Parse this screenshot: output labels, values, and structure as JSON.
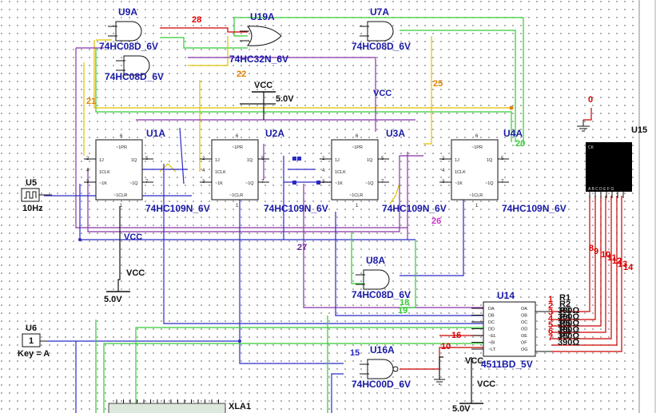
{
  "colors": {
    "wire_blue": "#2a2ac8",
    "wire_green": "#33cc33",
    "wire_yellow": "#e0c000",
    "wire_purple": "#8833aa",
    "wire_red": "#cc0000",
    "wire_black": "#111111",
    "label_blue": "#1a1aa8",
    "net_red": "#dd0000",
    "net_orange": "#e08000"
  },
  "gates": [
    {
      "ref": "U9A",
      "part": "74HC08D_6V"
    },
    {
      "ref": "U19A",
      "part": "74HC32N_6V"
    },
    {
      "ref": "",
      "part": "74HC08D_6V"
    },
    {
      "ref": "U7A",
      "part": "74HC08D_6V"
    },
    {
      "ref": "U8A",
      "part": "74HC08D_6V"
    },
    {
      "ref": "U16A",
      "part": "74HC00D_6V"
    }
  ],
  "flipflops": [
    {
      "ref": "U1A",
      "part": "74HC109N_6V"
    },
    {
      "ref": "U2A",
      "part": "74HC109N_6V"
    },
    {
      "ref": "U3A",
      "part": "74HC109N_6V"
    },
    {
      "ref": "U4A",
      "part": "74HC109N_6V"
    }
  ],
  "ff_pins": {
    "pr": "~1PR",
    "j": "1J",
    "clk": "1CLK",
    "k": "~1K",
    "clr": "~1CLR",
    "q": "1Q",
    "qn": "~1Q",
    "n6": "6",
    "n5": "5",
    "n2": "2",
    "n4": "4",
    "n3": "3",
    "n1": "1",
    "n7": "7"
  },
  "sources": {
    "clock_ref": "U5",
    "clock_value": "10Hz",
    "key_ref": "U6",
    "key_symbol": "1",
    "key_value": "Key = A"
  },
  "decoder": {
    "ref": "U14",
    "part": "4511BD_5V",
    "pins_left": [
      "DA",
      "DB",
      "DC",
      "DD",
      "~EL",
      "~BI",
      "~LT"
    ],
    "pins_right": [
      "OA",
      "OB",
      "OC",
      "OD",
      "OE",
      "OF",
      "OG"
    ]
  },
  "display": {
    "ref": "U15",
    "ck": "CK",
    "segments": "A B C D E F G"
  },
  "resistors": {
    "ref": "R1",
    "values": [
      "R2",
      "R3",
      "R4",
      "R5",
      "R6",
      "R7"
    ],
    "ohms": "390Ω"
  },
  "power": {
    "vcc": "VCC",
    "volt": "5.0V"
  },
  "nets": [
    "28",
    "22",
    "21",
    "25",
    "0",
    "20",
    "26",
    "27",
    "16",
    "10",
    "15",
    "18",
    "19",
    "8",
    "9",
    "10",
    "11",
    "12",
    "13",
    "14",
    "1",
    "2",
    "3",
    "4",
    "5",
    "6",
    "7"
  ],
  "xla": "XLA1"
}
